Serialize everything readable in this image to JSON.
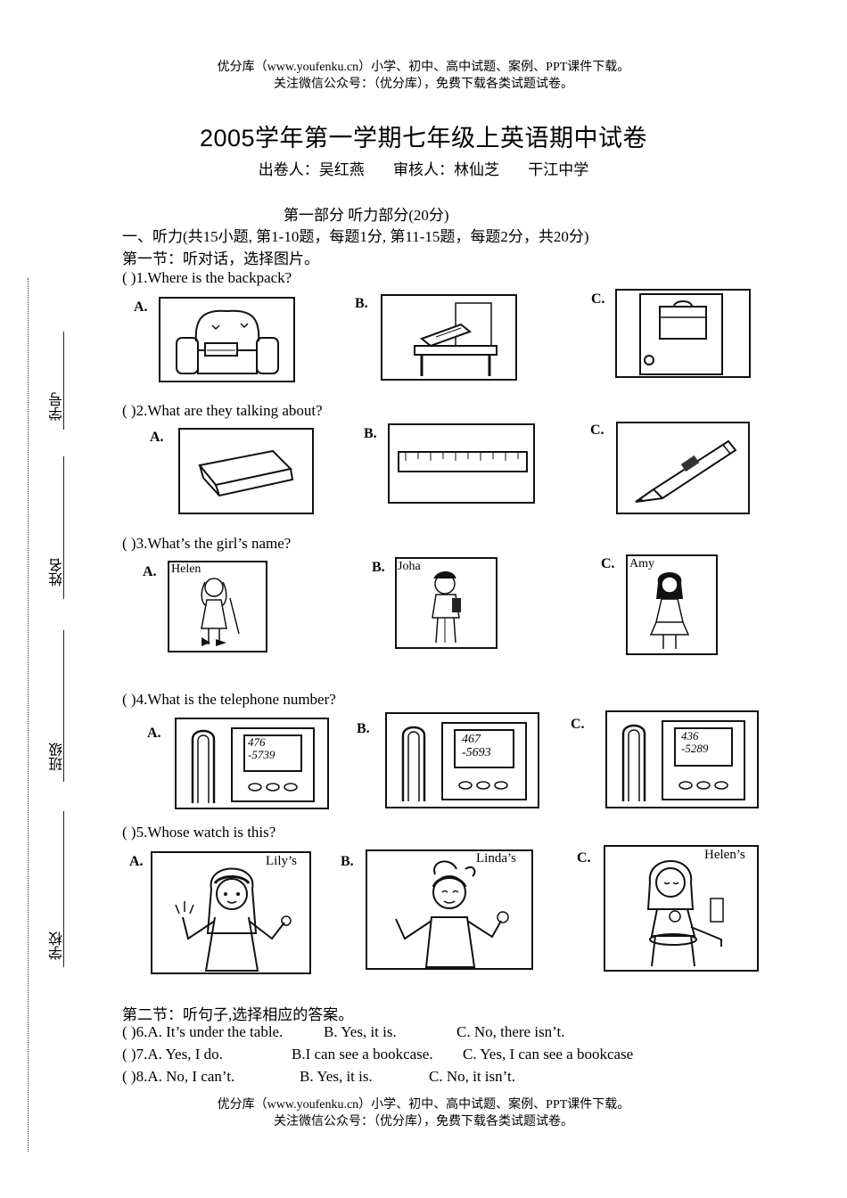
{
  "header": {
    "line1": "优分库（www.youfenku.cn）小学、初中、高中试题、案例、PPT课件下载。",
    "line2": "关注微信公众号：（优分库），免费下载各类试题试卷。"
  },
  "footer": {
    "line1": "优分库（www.youfenku.cn）小学、初中、高中试题、案例、PPT课件下载。",
    "line2": "关注微信公众号：（优分库），免费下载各类试题试卷。"
  },
  "title": "2005学年第一学期七年级上英语期中试卷",
  "authors": {
    "setter": "出卷人：吴红燕",
    "reviewer": "审核人：林仙芝",
    "school": "干江中学"
  },
  "part1_heading": "第一部分  听力部分(20分)",
  "section1_intro": "一、听力(共15小题, 第1-10题，每题1分, 第11-15题，每题2分，共20分)",
  "section1_sub": "第一节：听对话，选择图片。",
  "questions": [
    {
      "text": "(    )1.Where is the backpack?"
    },
    {
      "text": "(    )2.What are they talking about?"
    },
    {
      "text": "(    )3.What’s the girl’s name?"
    },
    {
      "text": "(    )4.What is the telephone number?"
    },
    {
      "text": "(    )5.Whose watch is this?"
    }
  ],
  "option_letters": [
    "A.",
    "B.",
    "C."
  ],
  "q3_names": [
    "Helen",
    "Joha",
    "Amy"
  ],
  "q4_numbers": [
    {
      "top": "476",
      "bottom": "-5739"
    },
    {
      "top": "467",
      "bottom": "-5693"
    },
    {
      "top": "436",
      "bottom": "-5289"
    }
  ],
  "q5_names": [
    "Lily’s",
    "Linda’s",
    "Helen’s"
  ],
  "section2_sub": "第二节：听句子,选择相应的答案。",
  "sentence_items": [
    {
      "num": "(    )6.",
      "a": "A. It’s under the table.",
      "b": "B. Yes, it is.",
      "c": "C. No, there isn’t."
    },
    {
      "num": "(    )7.",
      "a": "A. Yes, I do.",
      "b": "B.I can see a bookcase.",
      "c": "C. Yes, I can see a bookcase"
    },
    {
      "num": "(    )8.",
      "a": "A. No, I can’t.",
      "b": "B. Yes, it is.",
      "c": "C. No, it isn’t."
    }
  ],
  "sidebar": {
    "student_no": "学号",
    "name": "姓名",
    "class": "班级",
    "school": "学校"
  }
}
